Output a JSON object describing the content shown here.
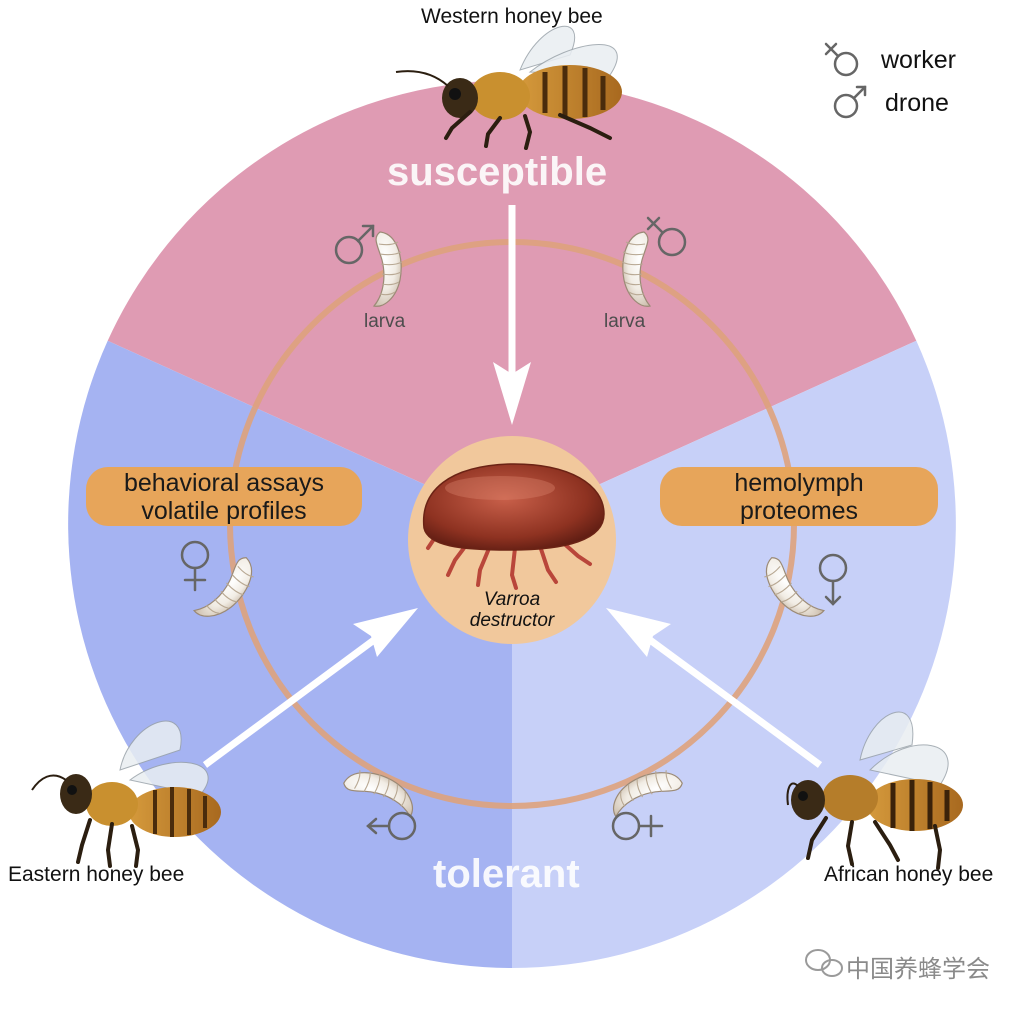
{
  "bees": {
    "western": "Western honey bee",
    "eastern": "Eastern honey bee",
    "african": "African honey bee"
  },
  "legend": {
    "worker": "worker",
    "drone": "drone"
  },
  "sectors": {
    "top": "susceptible",
    "bottom": "tolerant"
  },
  "pills": {
    "left_line1": "behavioral assays",
    "left_line2": "volatile profiles",
    "right_line1": "hemolymph",
    "right_line2": "proteomes"
  },
  "larva": {
    "left": "larva",
    "right": "larva"
  },
  "mite": {
    "line1": "Varroa",
    "line2": "destructor"
  },
  "watermark": "中国养蜂学会",
  "colors": {
    "susceptible": "#df9bb3",
    "tolerant_left": "#a5b3f2",
    "tolerant_right": "#c7d0f8",
    "ring": "#dea27c",
    "center": "#f1c89c",
    "pill": "#e7a55a",
    "arrow": "#ffffff",
    "symbol": "#666666"
  }
}
